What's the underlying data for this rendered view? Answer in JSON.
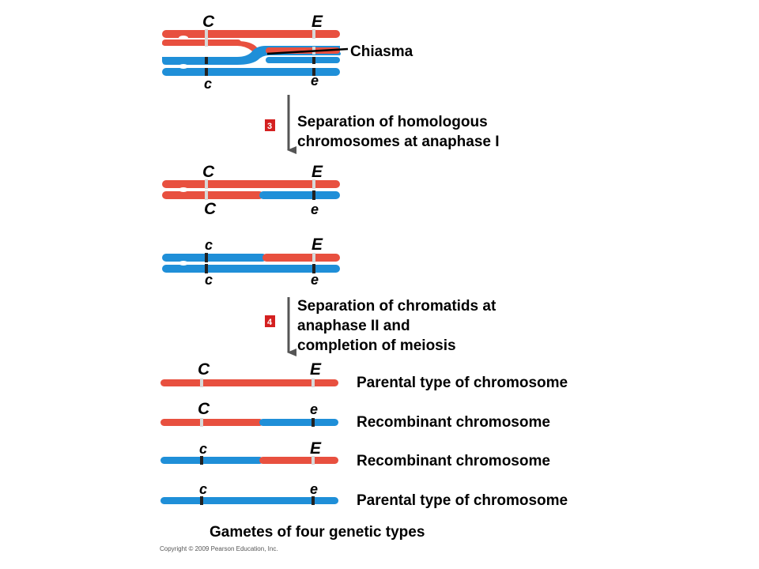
{
  "colors": {
    "maternal": "#e8503f",
    "paternal": "#1f8fd8",
    "badge": "#d42020"
  },
  "top": {
    "alleles": {
      "C": "C",
      "E": "E",
      "c": "c",
      "e": "e"
    },
    "chiasma_label": "Chiasma"
  },
  "step3": {
    "number": "3",
    "line1": "Separation of homologous",
    "line2": "chromosomes at anaphase I"
  },
  "anaphase1": {
    "red_pair": {
      "top_left": "C",
      "top_right": "E",
      "bottom_left": "C",
      "bottom_right": "e"
    },
    "blue_pair": {
      "top_left": "c",
      "top_right": "E",
      "bottom_left": "c",
      "bottom_right": "e"
    }
  },
  "step4": {
    "number": "4",
    "line1": "Separation of chromatids at",
    "line2": "anaphase II and",
    "line3": "completion of meiosis"
  },
  "gametes": [
    {
      "left_allele": "C",
      "right_allele": "E",
      "label": "Parental type of chromosome"
    },
    {
      "left_allele": "C",
      "right_allele": "e",
      "label": "Recombinant chromosome"
    },
    {
      "left_allele": "c",
      "right_allele": "E",
      "label": "Recombinant chromosome"
    },
    {
      "left_allele": "c",
      "right_allele": "e",
      "label": "Parental type of chromosome"
    }
  ],
  "footer": "Gametes of four genetic types",
  "copyright": "Copyright © 2009 Pearson Education, Inc."
}
